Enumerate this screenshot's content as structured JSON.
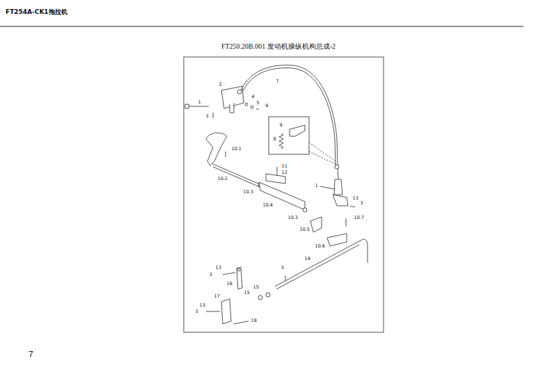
{
  "diagram": {
    "title": "FT250.20B.001 发动机操纵机构总成-2",
    "labels": [
      "FT254A-CK1拖拉机",
      "7",
      "1",
      "2",
      "3",
      "4",
      "5",
      "6",
      "7",
      "9",
      "8",
      "10.1",
      "10.2",
      "11",
      "12",
      "10.3",
      "10.4",
      "1",
      "13",
      "3",
      "10.3",
      "10.7",
      "10.5",
      "10.6",
      "14",
      "3",
      "13",
      "3",
      "16",
      "15",
      "15",
      "17",
      "13",
      "3",
      "18"
    ]
  }
}
